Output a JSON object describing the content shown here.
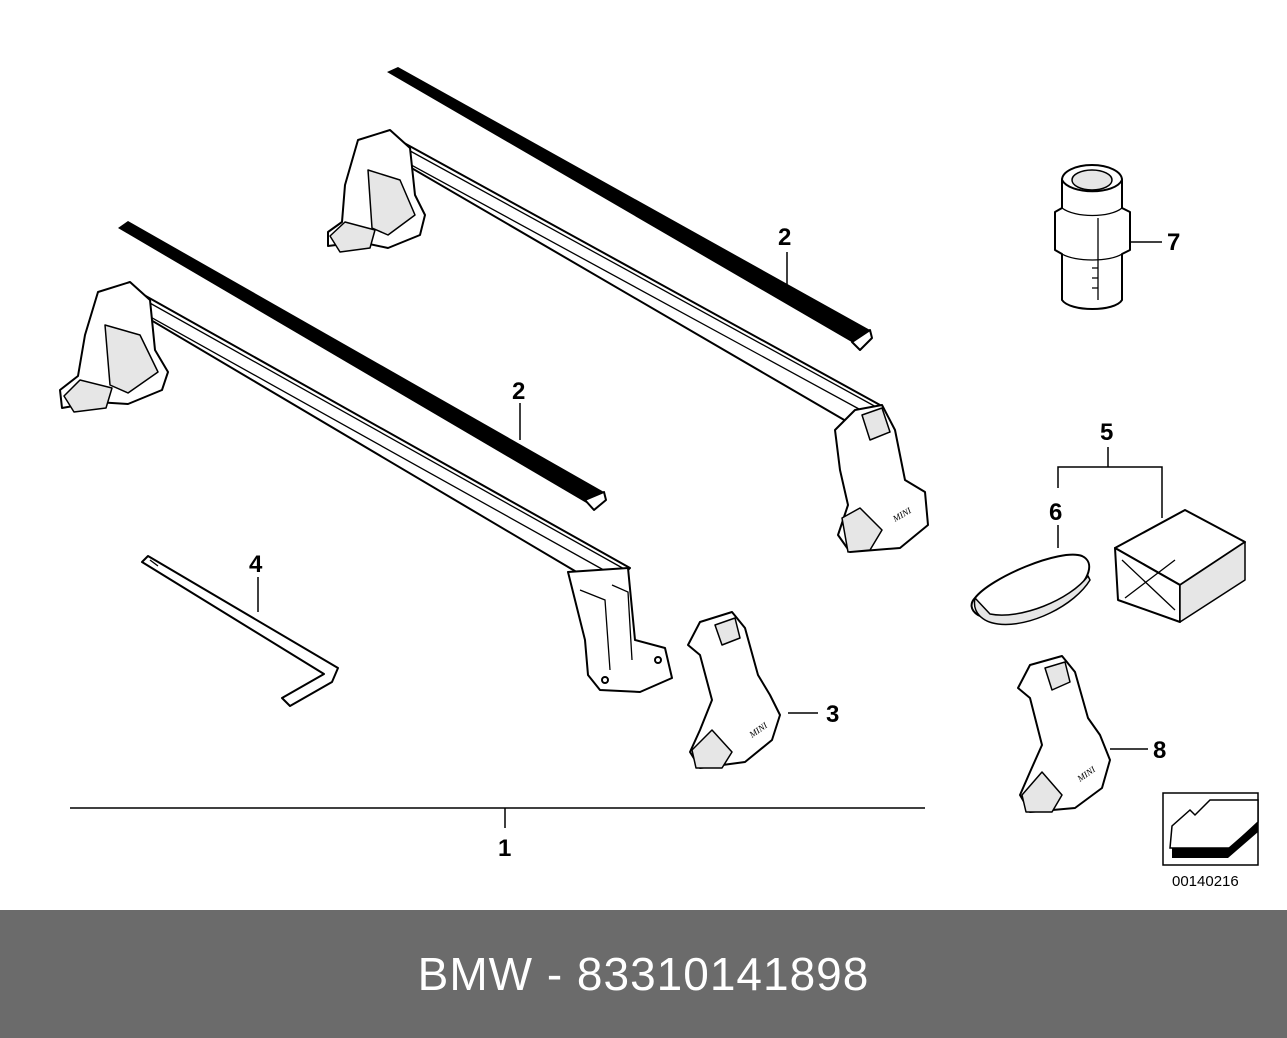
{
  "diagram": {
    "callouts": {
      "c1": "1",
      "c2a": "2",
      "c2b": "2",
      "c3": "3",
      "c4": "4",
      "c5": "5",
      "c6": "6",
      "c7": "7",
      "c8": "8"
    },
    "reference_number": "00140216",
    "brand_marks": {
      "mark1": "MINI",
      "mark2": "MINI",
      "mark3": "MINI"
    }
  },
  "footer": {
    "text": "BMW - 83310141898",
    "background": "#6b6b6b",
    "text_color": "#ffffff"
  },
  "colors": {
    "line": "#000000",
    "paper": "#ffffff"
  }
}
